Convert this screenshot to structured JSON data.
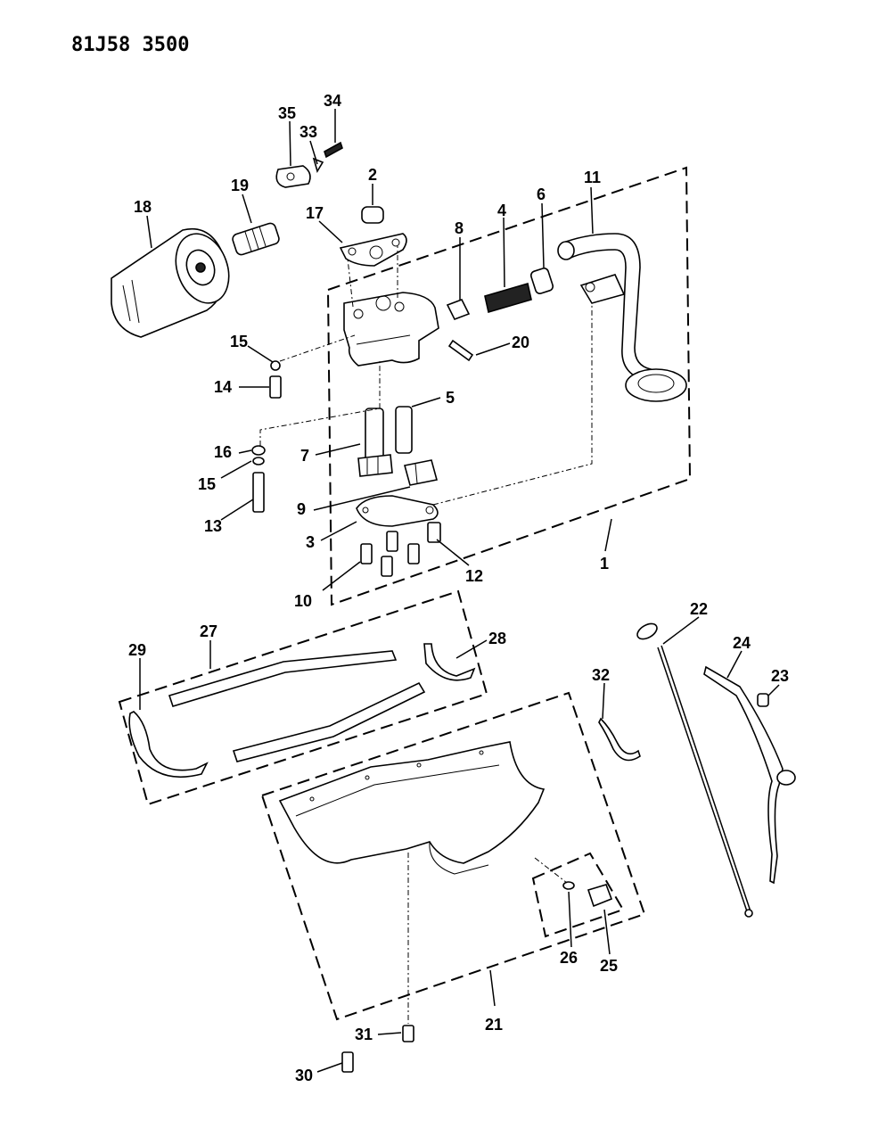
{
  "diagram": {
    "code": "81J58 3500",
    "callouts": [
      {
        "id": "c1",
        "label": "1"
      },
      {
        "id": "c2",
        "label": "2"
      },
      {
        "id": "c3",
        "label": "3"
      },
      {
        "id": "c4",
        "label": "4"
      },
      {
        "id": "c5",
        "label": "5"
      },
      {
        "id": "c6",
        "label": "6"
      },
      {
        "id": "c7",
        "label": "7"
      },
      {
        "id": "c8",
        "label": "8"
      },
      {
        "id": "c9",
        "label": "9"
      },
      {
        "id": "c10",
        "label": "10"
      },
      {
        "id": "c11",
        "label": "11"
      },
      {
        "id": "c12",
        "label": "12"
      },
      {
        "id": "c13",
        "label": "13"
      },
      {
        "id": "c14",
        "label": "14"
      },
      {
        "id": "c15a",
        "label": "15"
      },
      {
        "id": "c15b",
        "label": "15"
      },
      {
        "id": "c16",
        "label": "16"
      },
      {
        "id": "c17",
        "label": "17"
      },
      {
        "id": "c18",
        "label": "18"
      },
      {
        "id": "c19",
        "label": "19"
      },
      {
        "id": "c20",
        "label": "20"
      },
      {
        "id": "c21",
        "label": "21"
      },
      {
        "id": "c22",
        "label": "22"
      },
      {
        "id": "c23",
        "label": "23"
      },
      {
        "id": "c24",
        "label": "24"
      },
      {
        "id": "c25",
        "label": "25"
      },
      {
        "id": "c26",
        "label": "26"
      },
      {
        "id": "c27",
        "label": "27"
      },
      {
        "id": "c28",
        "label": "28"
      },
      {
        "id": "c29",
        "label": "29"
      },
      {
        "id": "c30",
        "label": "30"
      },
      {
        "id": "c31",
        "label": "31"
      },
      {
        "id": "c32",
        "label": "32"
      },
      {
        "id": "c33",
        "label": "33"
      },
      {
        "id": "c34",
        "label": "34"
      },
      {
        "id": "c35",
        "label": "35"
      }
    ]
  }
}
